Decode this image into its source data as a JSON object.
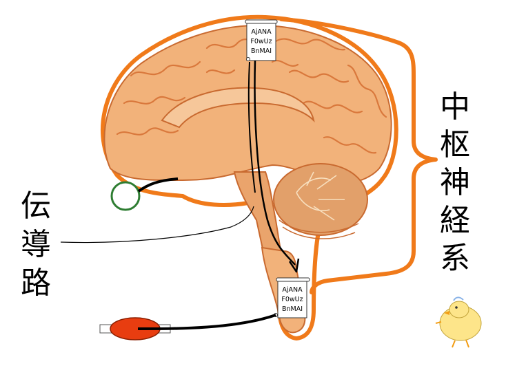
{
  "labels": {
    "central_nervous_system": [
      "中",
      "枢",
      "神",
      "経",
      "系"
    ],
    "conduction_pathway": [
      "伝",
      "導",
      "路"
    ]
  },
  "scrolls": {
    "upper": [
      "AjANA",
      "F0wUz",
      "BnMAI"
    ],
    "lower": [
      "AjANA",
      "F0wUz",
      "BnMAI"
    ]
  },
  "colors": {
    "cns_outline": "#f07a1a",
    "brain_fill": "#f2b27a",
    "brain_fold": "#d9783c",
    "cerebellum": "#e2a06a",
    "muscle": "#e83d10",
    "receptor_ring": "#2e7d32"
  },
  "icons": {
    "chick": "chick-icon",
    "brain": "brain-illustration"
  }
}
